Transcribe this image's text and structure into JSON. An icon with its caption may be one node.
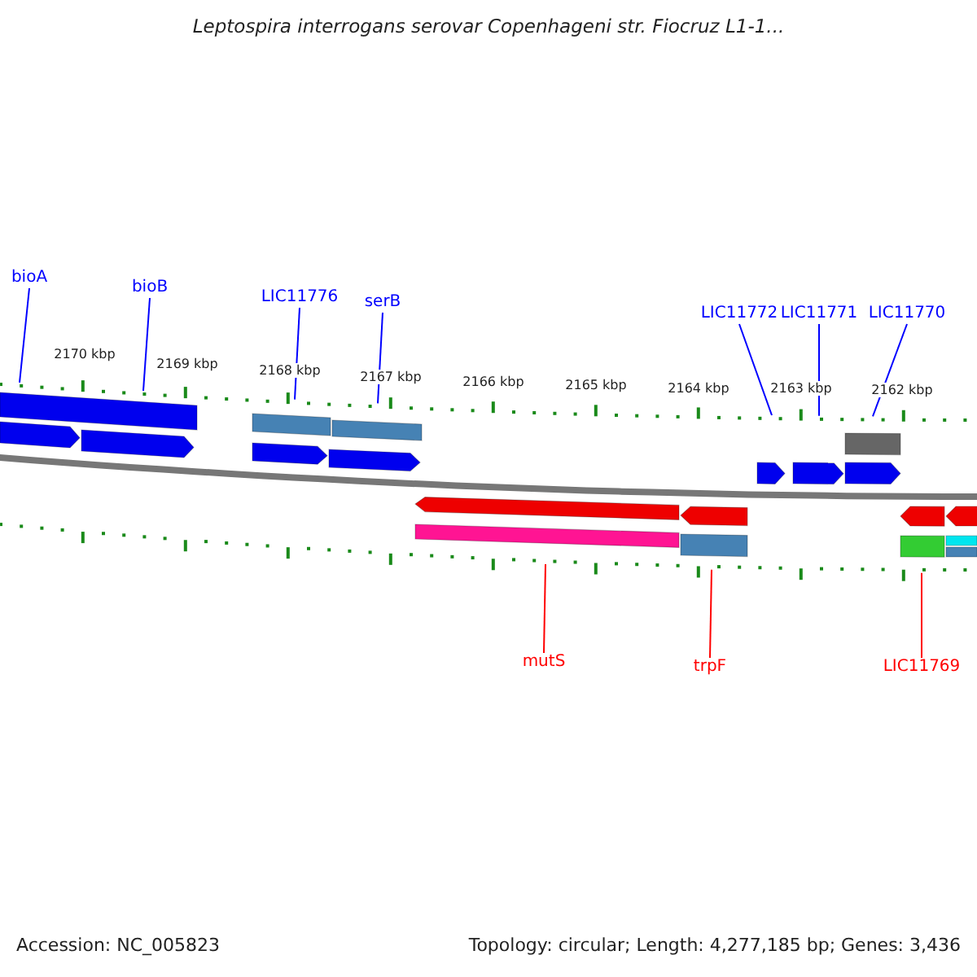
{
  "diagram": {
    "title": "Leptospira interrogans serovar Copenhageni str. Fiocruz L1-1...",
    "nodes": [
      {
        "text": [
          "bioA"
        ]
      },
      {
        "text": [
          "bioB"
        ]
      },
      {
        "text": [
          "LIC11776"
        ]
      },
      {
        "text": [
          "serB"
        ]
      },
      {
        "text": [
          "LIC11772"
        ]
      },
      {
        "text": [
          "LIC11771"
        ]
      },
      {
        "text": [
          "LIC11770"
        ]
      },
      {
        "text": [
          "mutS"
        ]
      },
      {
        "text": [
          "trpF"
        ]
      },
      {
        "text": [
          "LIC11769"
        ]
      },
      {
        "text": [],
        "shape": "ruler"
      },
      {
        "text": [],
        "shape": "ruler"
      }
    ],
    "edges": [
      {
        "from": 0,
        "to": 10,
        "arrow": "none"
      },
      {
        "from": 1,
        "to": 10,
        "arrow": "none"
      },
      {
        "from": 2,
        "to": 10,
        "arrow": "none"
      },
      {
        "from": 3,
        "to": 10,
        "arrow": "none"
      },
      {
        "from": 4,
        "to": 10,
        "arrow": "none"
      },
      {
        "from": 5,
        "to": 10,
        "arrow": "none"
      },
      {
        "from": 6,
        "to": 10,
        "arrow": "none"
      },
      {
        "from": 7,
        "to": 11,
        "arrow": "none",
        "color": "#ff0000"
      },
      {
        "from": 8,
        "to": 11,
        "arrow": "none",
        "color": "#ff0000"
      },
      {
        "from": 9,
        "to": 11,
        "arrow": "none",
        "color": "#ff0000"
      }
    ],
    "labels": [
      "2170 kbp",
      "2169 kbp",
      "2168 kbp",
      "2167 kbp",
      "2166 kbp",
      "2165 kbp",
      "2164 kbp",
      "2163 kbp",
      "2162 kbp",
      "Accession: NC_005823",
      "Topology: circular; Length: 4,277,185 bp; Genes: 3,436"
    ]
  }
}
